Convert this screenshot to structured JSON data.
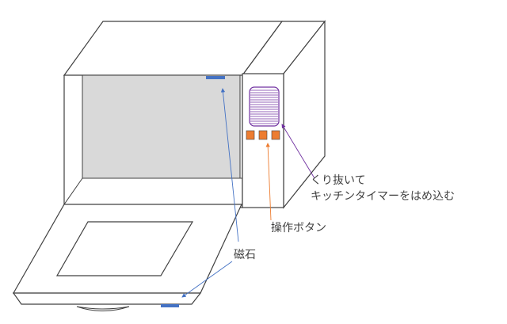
{
  "diagram": {
    "title": "Microwave-style box with kitchen timer",
    "colors": {
      "outline": "#404040",
      "window_fill": "#d9d9d9",
      "magnet": "#4472c4",
      "button": "#ed7d31",
      "timer_outline": "#7030a0",
      "arrow_blue": "#4472c4",
      "arrow_orange": "#ed7d31",
      "arrow_purple": "#7030a0"
    },
    "labels": {
      "timer_line1": "くり抜いて",
      "timer_line2": "キッチンタイマーをはめ込む",
      "buttons": "操作ボタン",
      "magnet": "磁石"
    },
    "buttons_count": 3
  }
}
